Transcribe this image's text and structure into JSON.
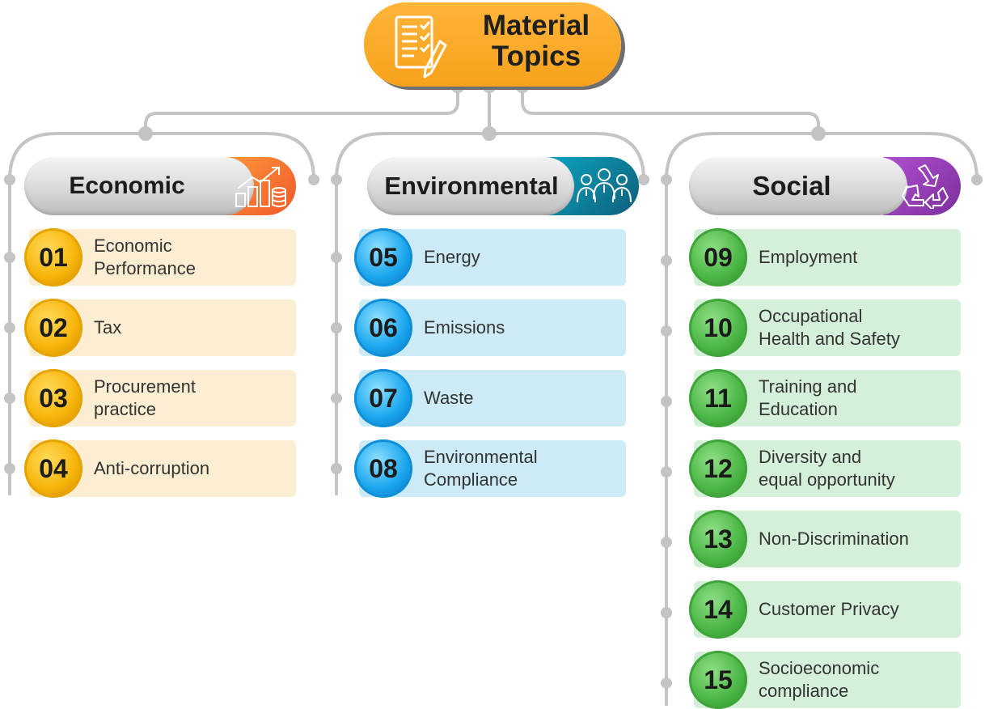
{
  "root": {
    "title": "Material\nTopics",
    "icon": "checklist-pen-icon",
    "color": "#F7A21B"
  },
  "categories": [
    {
      "key": "economic",
      "label": "Economic",
      "icon": "growth-chart-coins-icon",
      "color": "#F0582A",
      "topics": [
        {
          "num": "01",
          "label": "Economic\nPerformance"
        },
        {
          "num": "02",
          "label": "Tax"
        },
        {
          "num": "03",
          "label": "Procurement\npractice"
        },
        {
          "num": "04",
          "label": "Anti-corruption"
        }
      ]
    },
    {
      "key": "environmental",
      "label": "Environmental",
      "icon": "people-group-icon",
      "color": "#0E7490",
      "topics": [
        {
          "num": "05",
          "label": "Energy"
        },
        {
          "num": "06",
          "label": "Emissions"
        },
        {
          "num": "07",
          "label": "Waste"
        },
        {
          "num": "08",
          "label": "Environmental\nCompliance"
        }
      ]
    },
    {
      "key": "social",
      "label": "Social",
      "icon": "recycle-icon",
      "color": "#8E3AAF",
      "topics": [
        {
          "num": "09",
          "label": "Employment"
        },
        {
          "num": "10",
          "label": "Occupational\nHealth and Safety"
        },
        {
          "num": "11",
          "label": "Training and\nEducation"
        },
        {
          "num": "12",
          "label": "Diversity and\nequal opportunity"
        },
        {
          "num": "13",
          "label": "Non-Discrimination"
        },
        {
          "num": "14",
          "label": "Customer Privacy"
        },
        {
          "num": "15",
          "label": "Socioeconomic\ncompliance"
        }
      ]
    }
  ]
}
